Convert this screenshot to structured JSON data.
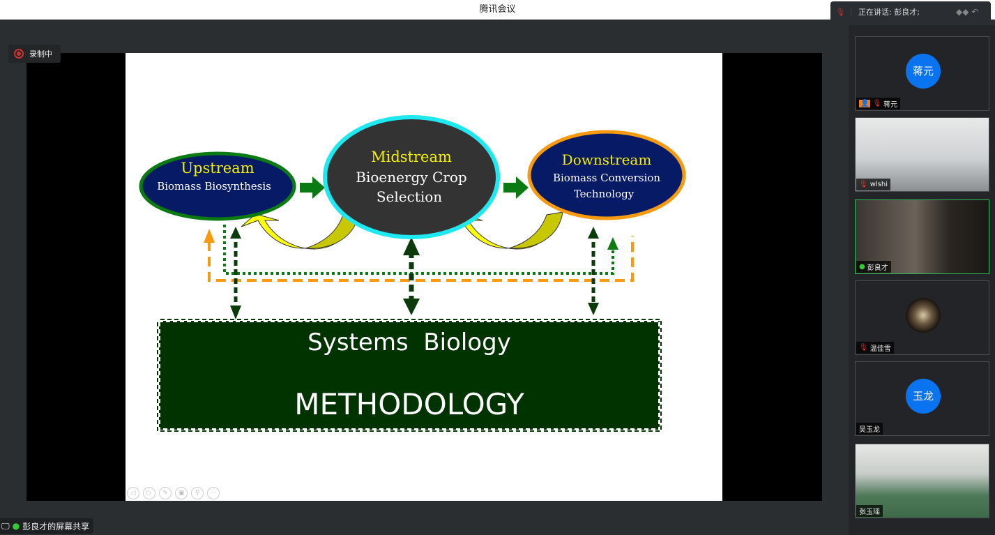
{
  "window": {
    "title": "腾讯会议"
  },
  "speaking": {
    "label": "正在讲话: 彭良才;"
  },
  "recording": {
    "label": "录制中"
  },
  "share": {
    "label": "彭良才的屏幕共享"
  },
  "slide": {
    "upstream": {
      "title": "Upstream",
      "subtitle": "Biomass Biosynthesis"
    },
    "midstream": {
      "title": "Midstream",
      "line1": "Bioenergy Crop",
      "line2": "Selection"
    },
    "downstream": {
      "title": "Downstream",
      "line1": "Biomass Conversion",
      "line2": "Technology"
    },
    "box": {
      "line1": "Systems  Biology",
      "line2": "METHODOLOGY"
    },
    "colors": {
      "navy": "#061a66",
      "yellow": "#f5f000",
      "green": "#0a7a12",
      "cyan": "#1ee8f0",
      "orange": "#f79a10",
      "dark_green": "#003300"
    }
  },
  "participants": [
    {
      "name": "蒋元",
      "avatar_text": "蒋元",
      "muted": true,
      "type": "avatar"
    },
    {
      "name": "wlshi",
      "muted": true,
      "type": "video"
    },
    {
      "name": "彭良才",
      "muted": false,
      "type": "video",
      "active": true
    },
    {
      "name": "温佳雪",
      "muted": true,
      "type": "image"
    },
    {
      "name": "吴玉龙",
      "avatar_text": "玉龙",
      "type": "avatar"
    },
    {
      "name": "张玉瑶",
      "type": "video"
    }
  ]
}
